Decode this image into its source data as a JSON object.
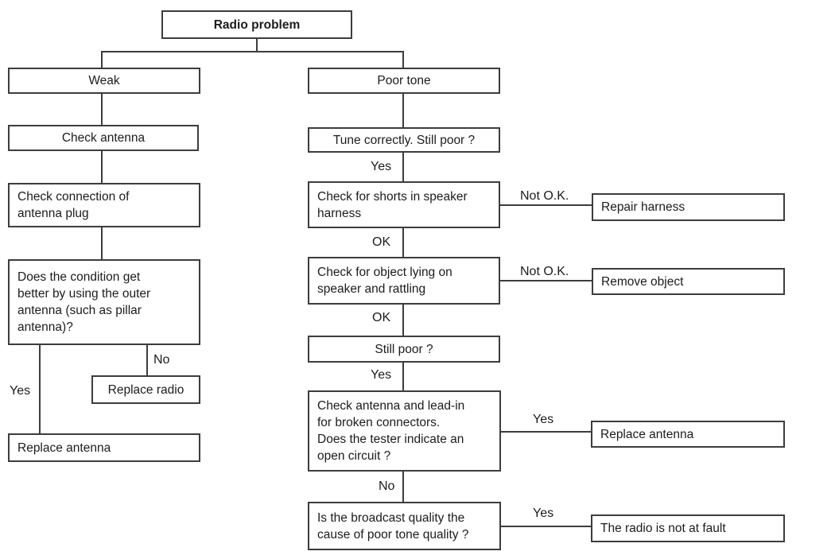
{
  "diagram": {
    "title": "Radio problem",
    "nodes": {
      "radio_problem": {
        "label": "Radio problem"
      },
      "weak": {
        "label": "Weak"
      },
      "poor_tone": {
        "label": "Poor tone"
      },
      "check_antenna": {
        "label": "Check antenna"
      },
      "tune_correctly": {
        "label": "Tune correctly. Still poor ?"
      },
      "check_connection": {
        "label": "Check connection of\nantenna plug"
      },
      "check_shorts": {
        "label": "Check for shorts in speaker\nharness"
      },
      "repair_harness": {
        "label": "Repair harness"
      },
      "check_object": {
        "label": "Check for object lying on\nspeaker and rattling"
      },
      "remove_object": {
        "label": "Remove object"
      },
      "does_condition": {
        "label": "Does the condition get\nbetter by using the outer\nantenna (such as pillar\nantenna)?"
      },
      "still_poor": {
        "label": "Still poor ?"
      },
      "replace_radio": {
        "label": "Replace radio"
      },
      "check_leadin": {
        "label": "Check antenna and lead-in\nfor broken connectors.\nDoes the tester indicate an\nopen circuit ?"
      },
      "replace_antenna_weak": {
        "label": "Replace antenna"
      },
      "replace_antenna_poor": {
        "label": "Replace antenna"
      },
      "is_broadcast": {
        "label": "Is the broadcast quality the\ncause of poor tone quality ?"
      },
      "radio_not_fault": {
        "label": "The radio is not at fault"
      }
    },
    "edge_labels": {
      "tune_yes": "Yes",
      "shorts_not_ok": "Not O.K.",
      "shorts_ok": "OK",
      "object_not_ok": "Not O.K.",
      "object_ok": "OK",
      "still_poor_yes": "Yes",
      "leadin_yes": "Yes",
      "leadin_no": "No",
      "broadcast_yes": "Yes",
      "condition_no": "No",
      "condition_yes": "Yes"
    },
    "edges": [
      {
        "from": "radio_problem",
        "to": "weak",
        "label": ""
      },
      {
        "from": "radio_problem",
        "to": "poor_tone",
        "label": ""
      },
      {
        "from": "weak",
        "to": "check_antenna",
        "label": ""
      },
      {
        "from": "check_antenna",
        "to": "check_connection",
        "label": ""
      },
      {
        "from": "check_connection",
        "to": "does_condition",
        "label": ""
      },
      {
        "from": "does_condition",
        "to": "replace_antenna_weak",
        "label": "Yes"
      },
      {
        "from": "does_condition",
        "to": "replace_radio",
        "label": "No"
      },
      {
        "from": "poor_tone",
        "to": "tune_correctly",
        "label": ""
      },
      {
        "from": "tune_correctly",
        "to": "check_shorts",
        "label": "Yes"
      },
      {
        "from": "check_shorts",
        "to": "repair_harness",
        "label": "Not O.K."
      },
      {
        "from": "check_shorts",
        "to": "check_object",
        "label": "OK"
      },
      {
        "from": "check_object",
        "to": "remove_object",
        "label": "Not O.K."
      },
      {
        "from": "check_object",
        "to": "still_poor",
        "label": "OK"
      },
      {
        "from": "still_poor",
        "to": "check_leadin",
        "label": "Yes"
      },
      {
        "from": "check_leadin",
        "to": "replace_antenna_poor",
        "label": "Yes"
      },
      {
        "from": "check_leadin",
        "to": "is_broadcast",
        "label": "No"
      },
      {
        "from": "is_broadcast",
        "to": "radio_not_fault",
        "label": "Yes"
      }
    ],
    "colors": {
      "line": "#3d3d3d",
      "text": "#1c1c1c",
      "background": "#ffffff"
    }
  }
}
